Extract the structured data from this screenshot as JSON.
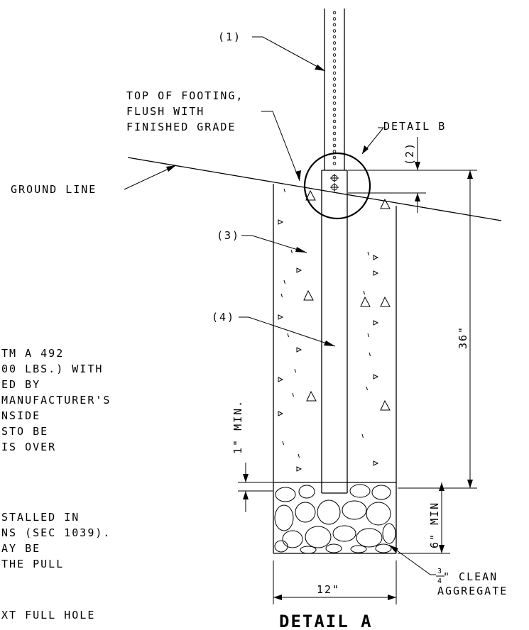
{
  "detail_title": "DETAIL A",
  "callouts": {
    "c1": "(1)",
    "c2": "(2)",
    "c3": "(3)",
    "c4": "(4)",
    "top_of_footing": [
      "TOP OF FOOTING,",
      "FLUSH WITH",
      "FINISHED GRADE"
    ],
    "detail_b": "DETAIL B",
    "ground_line": "GROUND LINE",
    "clean_fraction_num": "3",
    "clean_fraction_den": "4",
    "clean": "\" CLEAN",
    "aggregate": "AGGREGATE"
  },
  "dimensions": {
    "depth": "36\"",
    "one_inch_min": "1\" MIN.",
    "six_inch_min": "6\" MIN",
    "width": "12\""
  },
  "notes": {
    "block1": [
      "TM A 492",
      "00 LBS.) WITH",
      "ED BY",
      "MANUFACTURER'S",
      "NSIDE",
      "STO BE",
      " IS OVER"
    ],
    "block2": [
      "STALLED IN",
      "NS (SEC 1039).",
      "AY BE",
      "THE PULL"
    ],
    "block3": [
      "XT FULL HOLE"
    ]
  }
}
